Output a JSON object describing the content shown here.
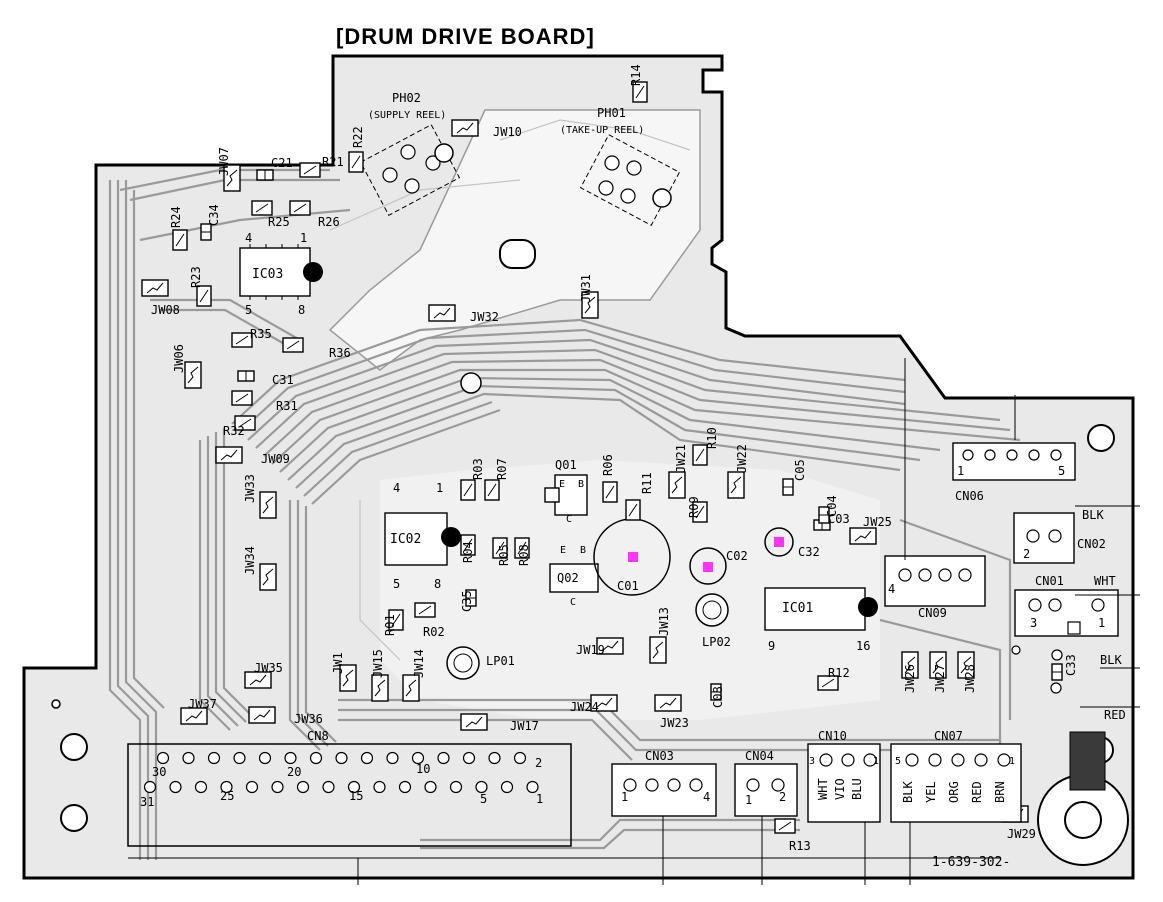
{
  "title": "[DRUM DRIVE BOARD]",
  "board_number": "1-639-302-",
  "photo_sensors": [
    {
      "ref": "PH02",
      "desc": "(SUPPLY REEL)"
    },
    {
      "ref": "PH01",
      "desc": "(TAKE-UP REEL)"
    }
  ],
  "ics": [
    {
      "ref": "IC03",
      "pin_a": "4",
      "pin_b": "1",
      "pin_c": "5",
      "pin_d": "8"
    },
    {
      "ref": "IC02",
      "pin_a": "4",
      "pin_b": "1",
      "pin_c": "5",
      "pin_d": "8"
    },
    {
      "ref": "IC01",
      "pin_a": "9",
      "pin_b": "16"
    }
  ],
  "transistors": [
    {
      "ref": "Q01",
      "e": "E",
      "b": "B",
      "c": "C"
    },
    {
      "ref": "Q02",
      "e": "E",
      "b": "B",
      "c": "C"
    }
  ],
  "lamps": [
    "LP01",
    "LP02"
  ],
  "resistors": [
    "R14",
    "R21",
    "R22",
    "R24",
    "R25",
    "R26",
    "R23",
    "R35",
    "R36",
    "R31",
    "R32",
    "R03",
    "R07",
    "R11",
    "R06",
    "R04",
    "R05",
    "R08",
    "R01",
    "R02",
    "R09",
    "R10",
    "R12",
    "R13"
  ],
  "capacitors": [
    "C21",
    "C34",
    "C31",
    "C35",
    "C01",
    "C02",
    "C03",
    "C05",
    "C04",
    "C32",
    "C08",
    "C33"
  ],
  "jumpers": [
    "JW10",
    "JW07",
    "JW08",
    "JW31",
    "JW32",
    "JW06",
    "JW09",
    "JW33",
    "JW34",
    "JW35",
    "JW36",
    "JW37",
    "JW1",
    "JW15",
    "JW14",
    "JW17",
    "JW19",
    "JW13",
    "JW21",
    "JW22",
    "JW24",
    "JW23",
    "JW25",
    "JW26",
    "JW27",
    "JW28",
    "JW29"
  ],
  "connectors": [
    {
      "ref": "CN06",
      "pin_first": "1",
      "pin_last": "5"
    },
    {
      "ref": "CN02",
      "pin": "2",
      "wire": "BLK"
    },
    {
      "ref": "CN01",
      "pin_a": "3",
      "pin_b": "1",
      "wire": "WHT"
    },
    {
      "ref": "CN09",
      "pin": "4"
    },
    {
      "ref": "CN8",
      "pins": [
        "30",
        "2",
        "31",
        "25",
        "20",
        "15",
        "10",
        "5",
        "1"
      ]
    },
    {
      "ref": "CN03",
      "pin_first": "1",
      "pin_last": "4"
    },
    {
      "ref": "CN04",
      "pin_first": "1",
      "pin_last": "2"
    },
    {
      "ref": "CN10",
      "pins": [
        "3",
        "1"
      ],
      "wires": [
        "WHT",
        "VIO",
        "BLU"
      ]
    },
    {
      "ref": "CN07",
      "pins": [
        "5",
        "1"
      ],
      "wires": [
        "BLK",
        "YEL",
        "ORG",
        "RED",
        "BRN"
      ]
    }
  ],
  "side_wires": {
    "blk": "BLK",
    "red": "RED"
  }
}
